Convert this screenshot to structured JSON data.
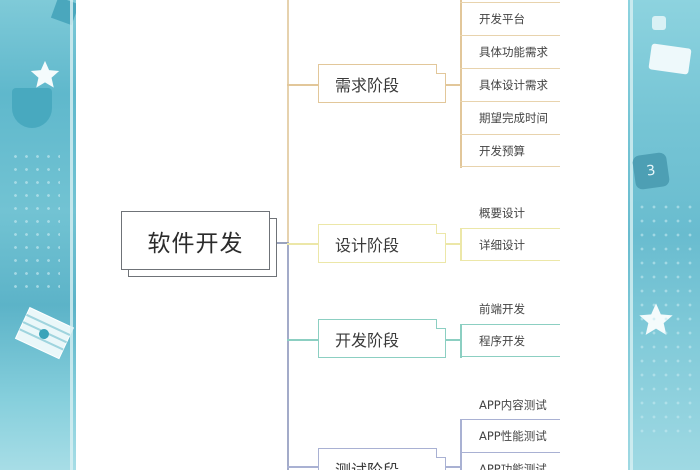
{
  "diagram": {
    "root": {
      "label": "软件开发"
    },
    "colors": {
      "trunk_top": "#e9d6b5",
      "trunk_bottom": "#9aa4c4",
      "requirements": "#e2c79a",
      "design": "#ece7a8",
      "development": "#8ccfc2",
      "testing": "#a9b1d3",
      "background_panels": "#6fc0d1"
    },
    "stages": [
      {
        "label": "需求阶段",
        "children": [
          "开发平台",
          "具体功能需求",
          "具体设计需求",
          "期望完成时间",
          "开发预算"
        ]
      },
      {
        "label": "设计阶段",
        "children": [
          "概要设计",
          "详细设计"
        ]
      },
      {
        "label": "开发阶段",
        "children": [
          "前端开发",
          "程序开发"
        ]
      },
      {
        "label": "测试阶段",
        "children": [
          "APP内容测试",
          "APP性能测试",
          "APP功能测试"
        ]
      }
    ]
  },
  "decorations": {
    "left_icons": [
      "star-icon",
      "shield-icon",
      "envelope-icon"
    ],
    "right_icons": [
      "box-icon",
      "dice-icon",
      "star-icon"
    ]
  }
}
